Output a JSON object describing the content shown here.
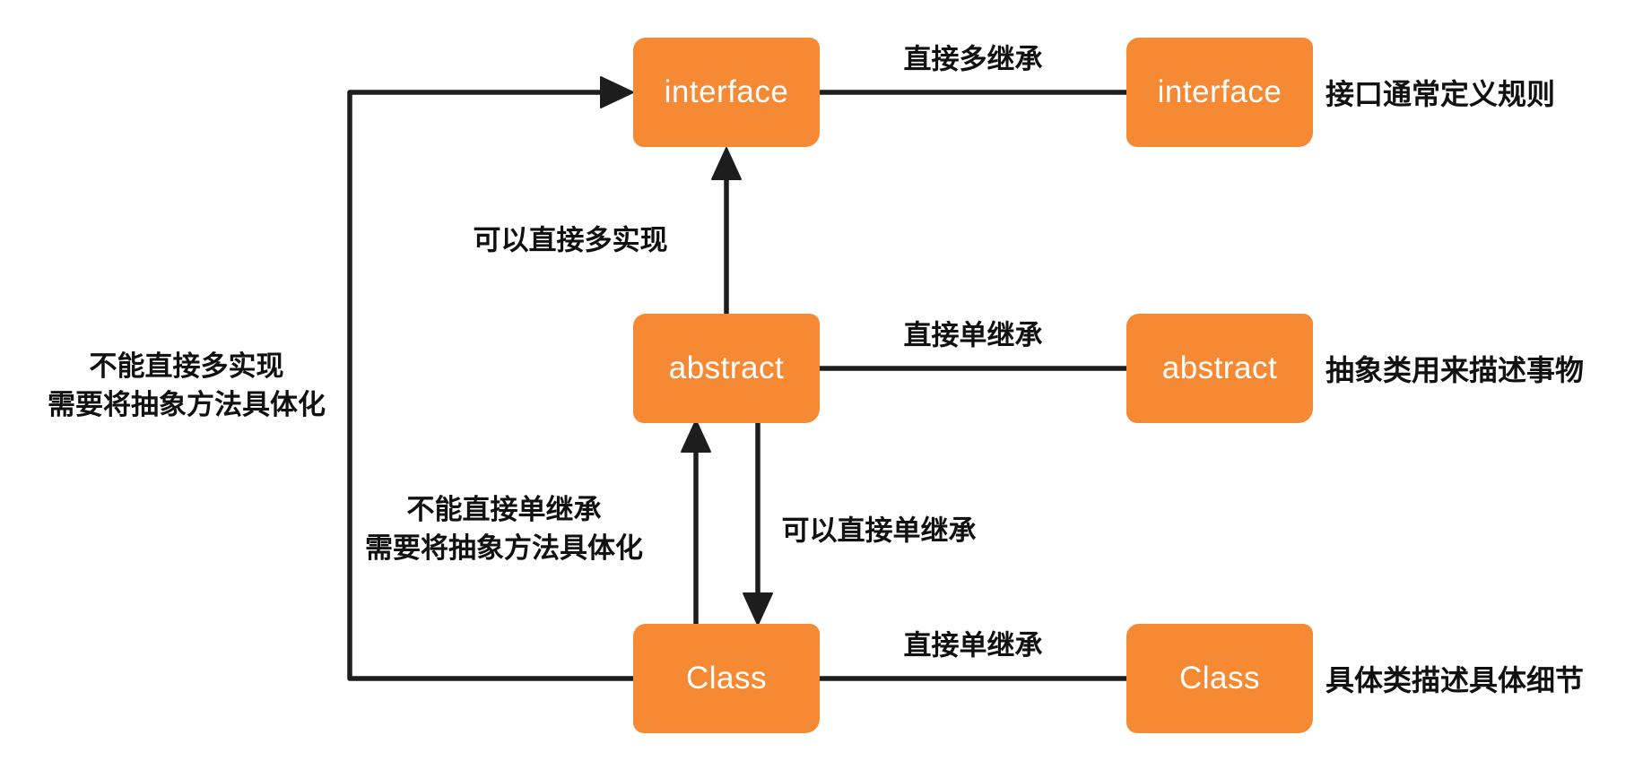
{
  "diagram": {
    "title_hint": "Java interface / abstract / class inheritance rules",
    "colors": {
      "accent": "#f68933",
      "line": "#1d1d1d",
      "bg": "#ffffff"
    },
    "nodes": {
      "left": [
        {
          "label": "interface"
        },
        {
          "label": "abstract"
        },
        {
          "label": "Class"
        }
      ],
      "right": [
        {
          "label": "interface",
          "note": "接口通常定义规则"
        },
        {
          "label": "abstract",
          "note": "抽象类用来描述事物"
        },
        {
          "label": "Class",
          "note": "具体类描述具体细节"
        }
      ]
    },
    "edges": {
      "interface_to_interface": "直接多继承",
      "abstract_to_abstract": "直接单继承",
      "class_to_class": "直接单继承",
      "abstract_impl_interface": "可以直接多实现",
      "class_impl_interface_line1": "不能直接多实现",
      "class_impl_interface_line2": "需要将抽象方法具体化",
      "class_extend_abstract_line1": "不能直接单继承",
      "class_extend_abstract_line2": "需要将抽象方法具体化",
      "abstract_extend_class": "可以直接单继承"
    }
  }
}
